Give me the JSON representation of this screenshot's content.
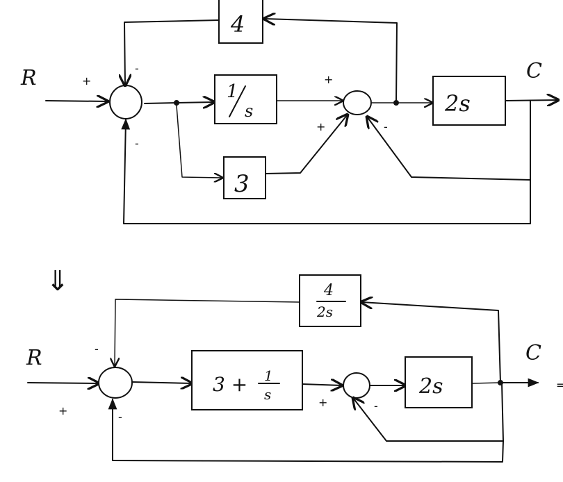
{
  "diagram": {
    "type": "block-diagram-reduction",
    "transform_symbol": "⇓",
    "original": {
      "input_label": "R",
      "output_label": "C",
      "blocks": {
        "feedback_gain": "4",
        "integrator_num": "1",
        "integrator_den": "s",
        "proportional": "3",
        "plant": "2s"
      },
      "summing_junction_1": {
        "input_sign": "+",
        "top_sign": "-",
        "bottom_sign": "-"
      },
      "summing_junction_2": {
        "top_sign": "+",
        "left_bottom_sign": "+",
        "right_bottom_sign": "-"
      }
    },
    "reduced": {
      "input_label": "R",
      "output_label": "C",
      "trailing_symbol": "=",
      "blocks": {
        "feedback_num": "4",
        "feedback_den": "2s",
        "controller_whole": "3 +",
        "controller_num": "1",
        "controller_den": "s",
        "plant": "2s"
      },
      "summing_junction_1": {
        "top_sign": "-",
        "input_sign": "+",
        "bottom_sign": "-"
      },
      "summing_junction_2": {
        "input_sign": "+",
        "bottom_sign": "-"
      }
    }
  }
}
